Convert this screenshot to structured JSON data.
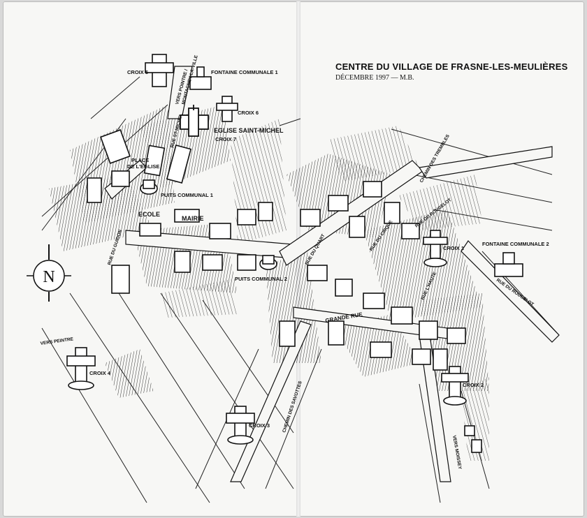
{
  "map": {
    "title": "CENTRE DU VILLAGE DE FRASNE-LES-MEULIÈRES",
    "subtitle": "DÉCEMBRE 1997 — M.B.",
    "north": "N"
  },
  "landmarks": {
    "croix5": "CROIX 5",
    "fontaine1": "FONTAINE COMMUNALE 1",
    "croix6": "CROIX 6",
    "eglise": "EGLISE SAINT-MICHEL",
    "croix7": "CROIX 7",
    "place1": "PLACE",
    "place2": "DE L'EGLISE",
    "puits1": "PUITS COMMUNAL 1",
    "ecole": "ECOLE",
    "mairie": "MAIRIE",
    "puits2": "PUITS COMMUNAL 2",
    "croix1": "CROIX 1",
    "fontaine2": "FONTAINE COMMUNALE 2",
    "croix2": "CROIX 2",
    "croix3": "CROIX 3",
    "croix4": "CROIX 4"
  },
  "streets": {
    "vers_pointre": "VERS POINTRE /",
    "montagney": "MONTAGNEY-LA-VILLE",
    "rue_st_michel": "RUE ST-MICHEL",
    "rue_du_guidon": "RUE DU GUIDON",
    "rue_du_quart": "RUE DU QUART",
    "rue_du_cirque": "RUE DU CIRQUE",
    "rue_du_rougelot_1": "RUE DU ROUGELOT",
    "chemin_trembles": "CHEMIN DES TREMBLES",
    "rue_du_rougelot_2": "RUE DU ROUGELOT",
    "rue_hauffe": "RUE L'HAUTE",
    "grande_rue": "GRANDE RUE",
    "chemin_savottes": "CHEMIN DES SAVOTTES",
    "vers_peintre": "VERS PEINTRE",
    "vers_moissey": "VERS MOISSEY"
  }
}
